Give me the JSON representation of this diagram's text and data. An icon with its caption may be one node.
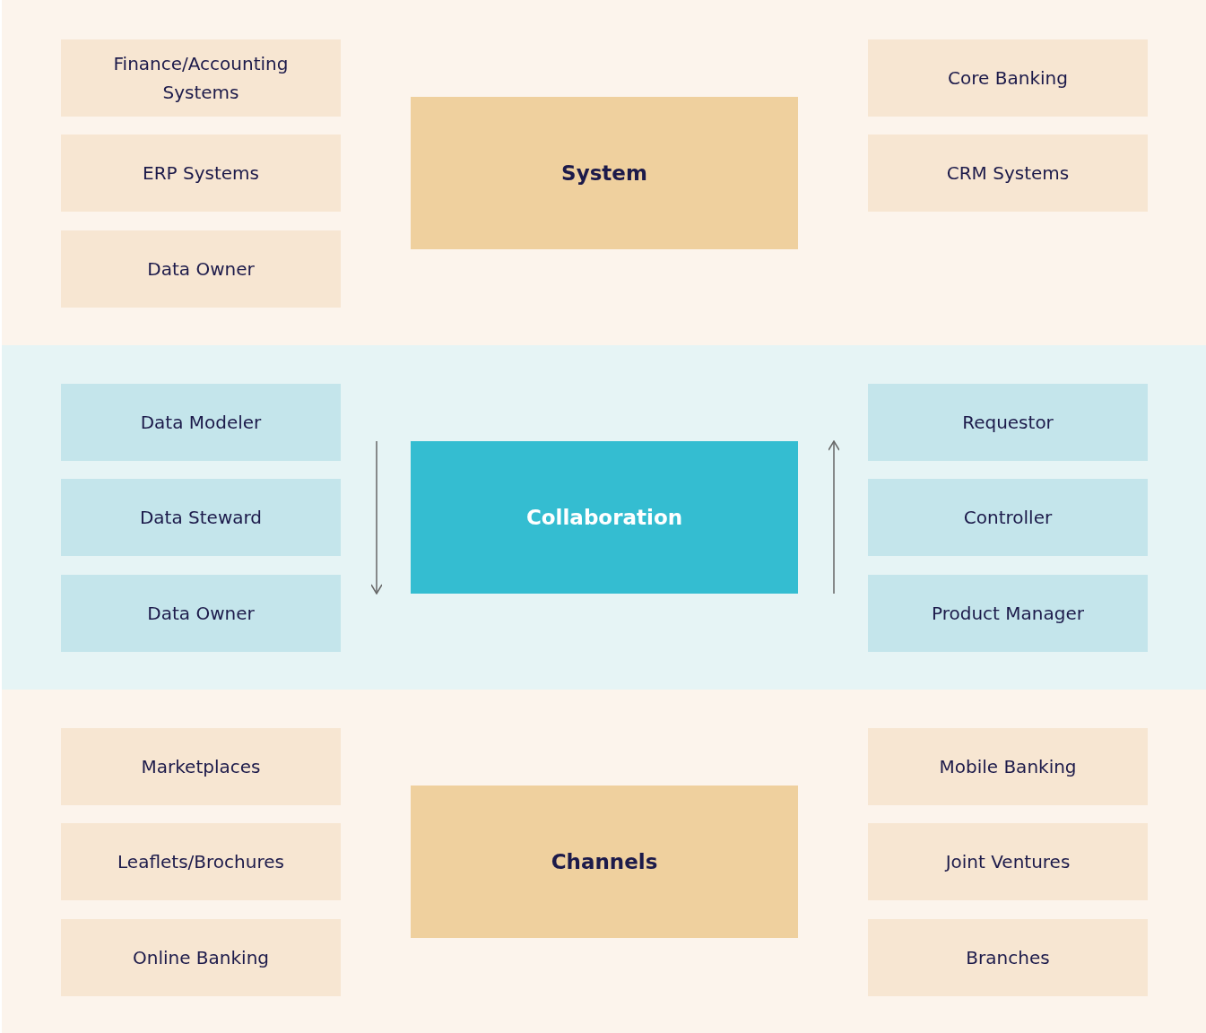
{
  "diagram": {
    "nodes": [
      {
        "text": [],
        "shape": "band"
      },
      {
        "text": [
          "Finance/Accounting Systems"
        ],
        "in": 0
      },
      {
        "text": [
          "System"
        ],
        "in": 0
      },
      {
        "text": [
          "Core Banking"
        ],
        "in": 0
      },
      {
        "text": [
          "ERP Systems"
        ],
        "in": 0
      },
      {
        "text": [
          "CRM Systems"
        ],
        "in": 0
      },
      {
        "text": [
          "Data Owner"
        ],
        "in": 0
      },
      {
        "text": [],
        "shape": "band"
      },
      {
        "text": [
          "Data Modeler"
        ],
        "in": 7
      },
      {
        "text": [
          "Collaboration"
        ],
        "in": 7
      },
      {
        "text": [
          "Requestor"
        ],
        "in": 7
      },
      {
        "text": [
          "Data Steward"
        ],
        "in": 7
      },
      {
        "text": [
          "Controller"
        ],
        "in": 7
      },
      {
        "text": [
          "Data Owner"
        ],
        "in": 7
      },
      {
        "text": [
          "Product Manager"
        ],
        "in": 7
      },
      {
        "text": [],
        "shape": "band"
      },
      {
        "text": [
          "Marketplaces"
        ],
        "in": 15
      },
      {
        "text": [
          "Channels"
        ],
        "in": 15
      },
      {
        "text": [
          "Mobile Banking"
        ],
        "in": 15
      },
      {
        "text": [
          "Leaflets/Brochures"
        ],
        "in": 15
      },
      {
        "text": [
          "Joint Ventures"
        ],
        "in": 15
      },
      {
        "text": [
          "Online Banking"
        ],
        "in": 15
      },
      {
        "text": [
          "Branches"
        ],
        "in": 15
      }
    ]
  }
}
